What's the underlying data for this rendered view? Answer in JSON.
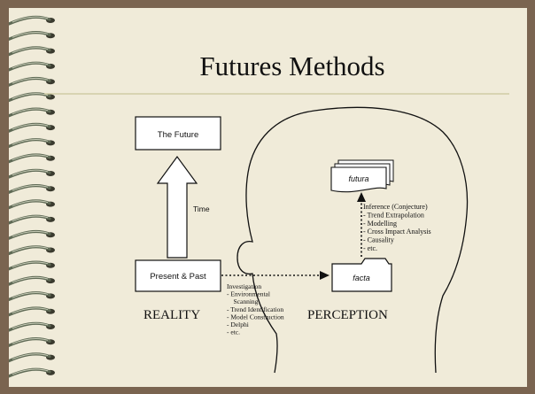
{
  "slide": {
    "title": "Futures Methods"
  },
  "diagram": {
    "future_box": "The Future",
    "present_box": "Present & Past",
    "time_label": "Time",
    "reality_label": "REALITY",
    "perception_label": "PERCEPTION",
    "futura_label": "futura",
    "facta_label": "facta",
    "inference_lines": [
      "Inference (Conjecture)",
      "- Trend Extrapolation",
      "- Modelling",
      "- Cross Impact Analysis",
      "- Causality",
      "- etc."
    ],
    "investigation_lines": [
      "Investigation",
      "- Environmental",
      "  Scanning",
      "- Trend Identification",
      "- Model Construction",
      "- Delphi",
      "- etc."
    ]
  },
  "colors": {
    "frame": "#7a6450",
    "slide_bg": "#f0ebd9",
    "title_rule": "#c9c69a"
  }
}
